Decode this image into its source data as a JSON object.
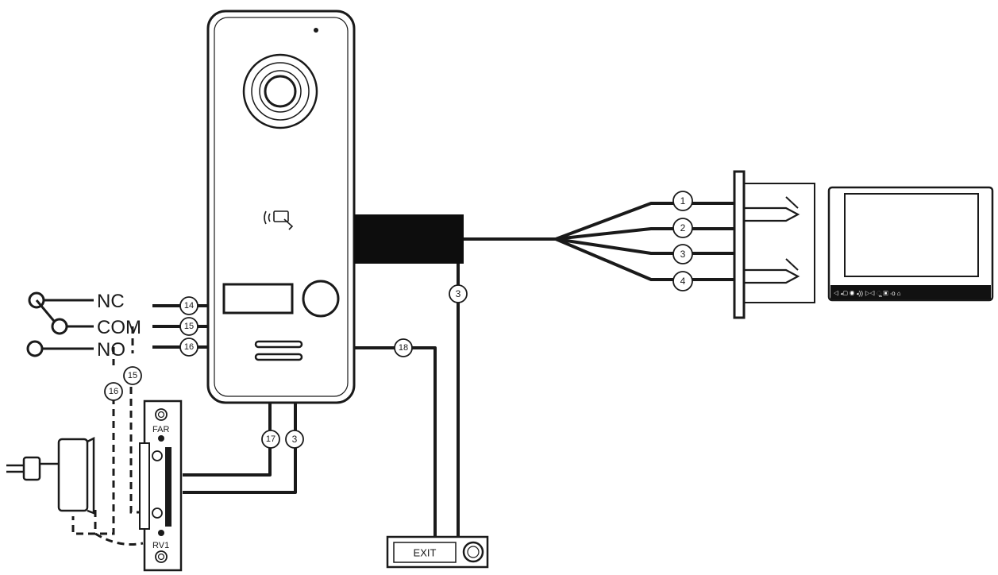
{
  "relay": {
    "nc": "NC",
    "com": "COM",
    "no": "NO"
  },
  "wires": {
    "w1": "1",
    "w2": "2",
    "w3": "3",
    "w4": "4",
    "w3_exit": "3",
    "w3_lock": "3",
    "w14": "14",
    "w15": "15",
    "w16": "16",
    "w15_lock": "15",
    "w16_lock": "16",
    "w17": "17",
    "w18": "18"
  },
  "lock": {
    "top_mark": "FAR",
    "bottom_mark": "RV1"
  },
  "exit_button": {
    "label": "EXIT"
  },
  "monitor": {
    "controls": "◁  ◂▢  ◉  ◂))  ▷◁  ૢ  ▣  ∙o  ⌂"
  },
  "colors": {
    "line": "#1a1a1a",
    "panel_fill": "#ffffff",
    "monitor_bar": "#111111"
  }
}
